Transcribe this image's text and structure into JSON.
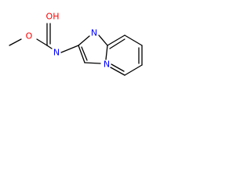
{
  "molecule": {
    "atoms": {
      "hydroxyl_o": {
        "symbol": "OH",
        "color": "#ff0000"
      },
      "ether_o": {
        "symbol": "O",
        "color": "#ff0000"
      },
      "amide_n": {
        "symbol": "N",
        "color": "#0000ff"
      },
      "ring_n_top": {
        "symbol": "N",
        "color": "#0000ff"
      },
      "bridgehead_n": {
        "symbol": "N",
        "color": "#0000ff"
      }
    },
    "bond_color": "#000000"
  }
}
